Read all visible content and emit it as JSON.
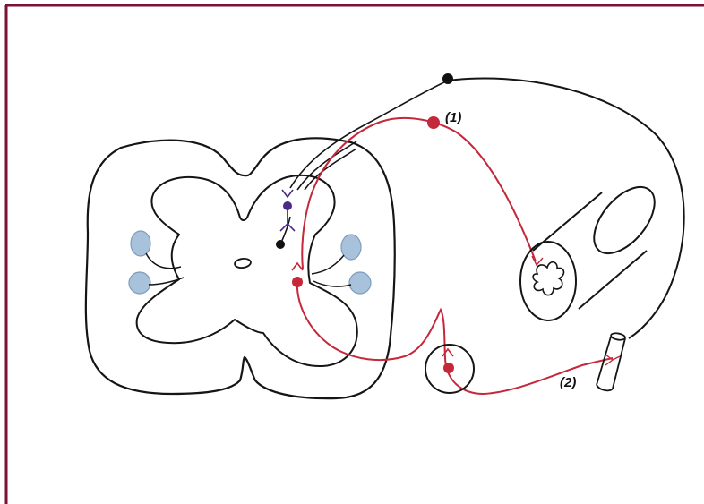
{
  "colors": {
    "frame": "#7a1236",
    "outline": "#151515",
    "pathway": "#c4283a",
    "interneuron": "#4b2a8a",
    "root_blob": "#a9c2dc",
    "background": "#ffffff"
  },
  "labels": {
    "afferent": "(1)",
    "efferent": "(2)"
  },
  "icons": {
    "spinal_cord": "spinal-cord-cross-section",
    "organ": "intestine-segment-icon",
    "vessel": "blood-vessel-icon",
    "ganglion": "ganglion-icon"
  }
}
